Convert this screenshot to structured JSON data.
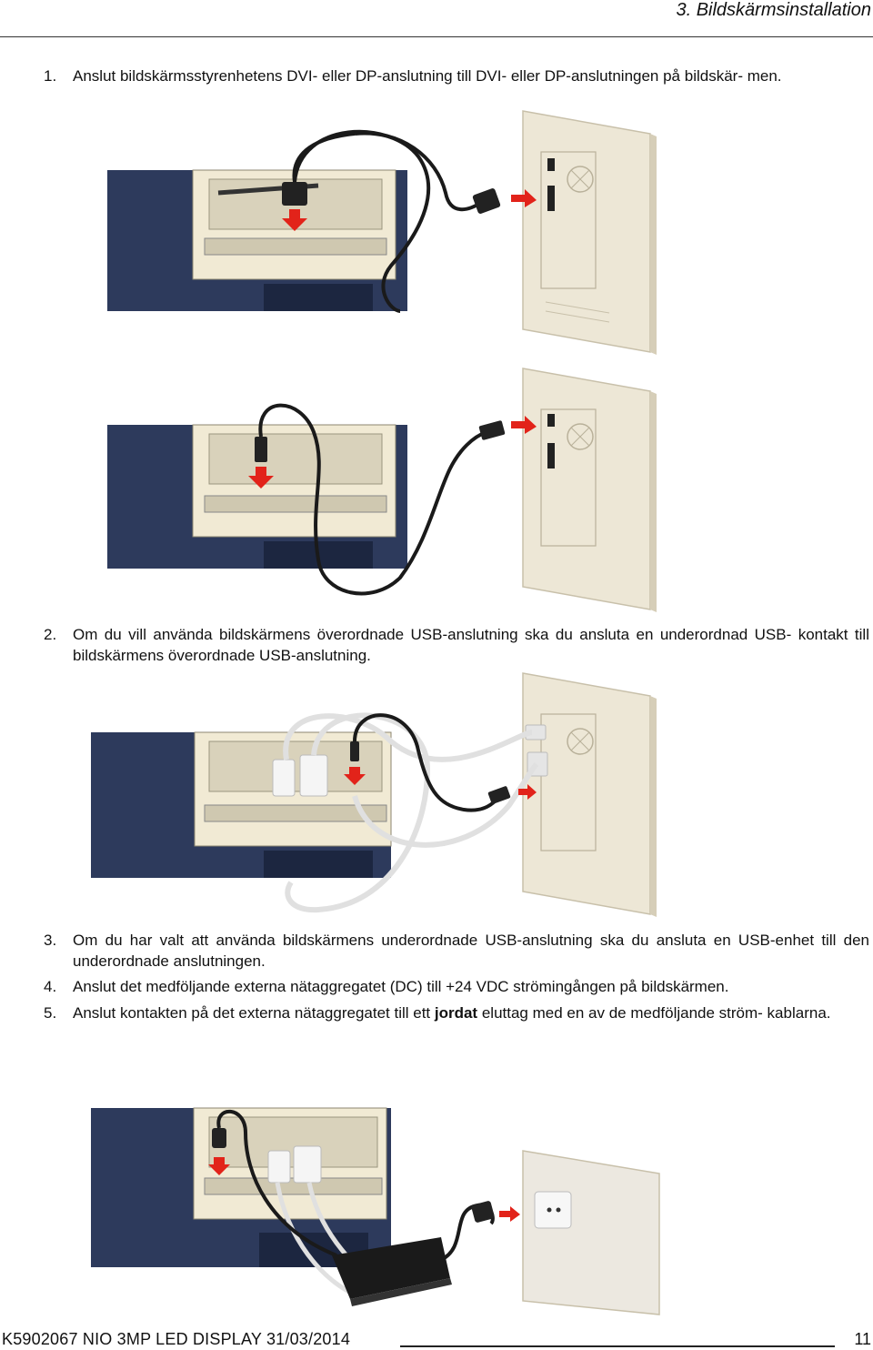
{
  "header": {
    "section_title": "3. Bildskärmsinstallation"
  },
  "steps": [
    {
      "num": "1.",
      "text": "Anslut bildskärmsstyrenhetens DVI- eller DP-anslutning till DVI- eller DP-anslutningen på bildskär- men."
    },
    {
      "num": "2.",
      "text": "Om du vill använda bildskärmens överordnade USB-anslutning ska du ansluta en underordnad USB- kontakt till bildskärmens överordnade USB-anslutning."
    },
    {
      "num": "3.",
      "text": "Om du har valt att använda bildskärmens underordnade USB-anslutning ska du ansluta en USB-enhet till den underordnade anslutningen."
    },
    {
      "num": "4.",
      "text": "Anslut det medföljande externa nätaggregatet (DC) till +24 VDC strömingången på bildskärmen."
    },
    {
      "num": "5.",
      "text_before": "Anslut kontakten på det externa nätaggregatet till ett ",
      "text_bold": "jordat",
      "text_after": " eluttag med en av de medföljande ström- kablarna."
    }
  ],
  "colors": {
    "arrow": "#e2231a",
    "monitor_body": "#2d3a5c",
    "panel": "#f1ead4",
    "pc_case": "#ede7d6",
    "cable": "#1a1a1a"
  },
  "footer": {
    "doc_id": "K5902067  NIO 3MP LED DISPLAY  31/03/2014",
    "page_number": "11"
  }
}
